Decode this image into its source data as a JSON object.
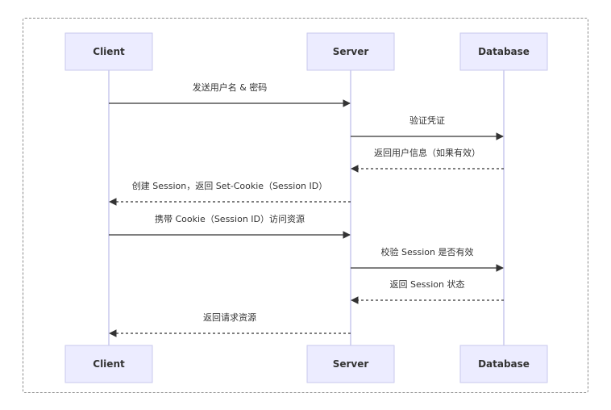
{
  "participants": [
    {
      "id": "client",
      "label": "Client"
    },
    {
      "id": "server",
      "label": "Server"
    },
    {
      "id": "database",
      "label": "Database"
    }
  ],
  "messages": [
    {
      "from": "client",
      "to": "server",
      "label": "发送用户名 & 密码",
      "style": "solid"
    },
    {
      "from": "server",
      "to": "database",
      "label": "验证凭证",
      "style": "solid"
    },
    {
      "from": "database",
      "to": "server",
      "label": "返回用户信息（如果有效）",
      "style": "dashed"
    },
    {
      "from": "server",
      "to": "client",
      "label": "创建 Session，返回 Set-Cookie（Session ID）",
      "style": "dashed"
    },
    {
      "from": "client",
      "to": "server",
      "label": "携带 Cookie（Session ID）访问资源",
      "style": "solid"
    },
    {
      "from": "server",
      "to": "database",
      "label": "校验 Session 是否有效",
      "style": "solid"
    },
    {
      "from": "database",
      "to": "server",
      "label": "返回 Session 状态",
      "style": "dashed"
    },
    {
      "from": "server",
      "to": "client",
      "label": "返回请求资源",
      "style": "dashed"
    }
  ],
  "colors": {
    "actor_fill": "#ececff",
    "actor_border": "#c9c9ee",
    "line": "#333333",
    "text": "#333333"
  }
}
